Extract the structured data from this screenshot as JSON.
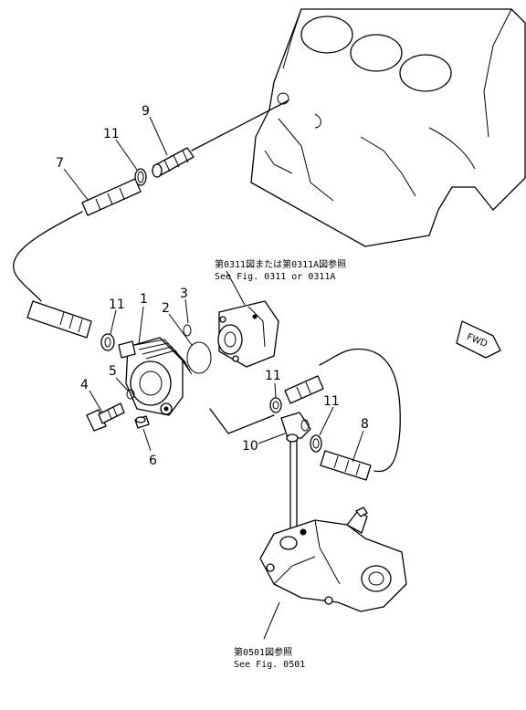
{
  "callouts": {
    "p1": "1",
    "p2": "2",
    "p3": "3",
    "p4": "4",
    "p5": "5",
    "p6": "6",
    "p7": "7",
    "p8": "8",
    "p9": "9",
    "p10": "10",
    "p11a": "11",
    "p11b": "11",
    "p11c": "11",
    "p11d": "11"
  },
  "notes": {
    "ref_0311_jp": "第0311図または第0311A図参照",
    "ref_0311_en": "See Fig. 0311 or 0311A",
    "ref_0501_jp": "第0501図参照",
    "ref_0501_en": "See Fig. 0501"
  },
  "direction": {
    "fwd": "FWD"
  }
}
